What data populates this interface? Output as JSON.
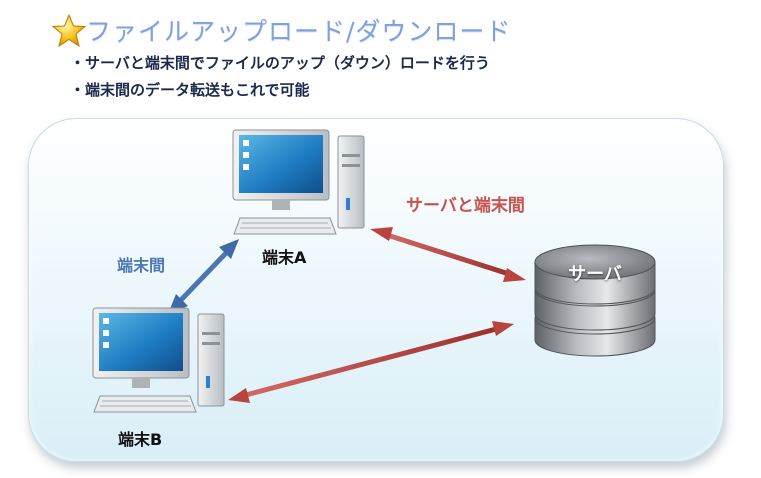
{
  "header": {
    "title": "ファイルアップロード/ダウンロード",
    "bullets": [
      "・サーバと端末間でファイルのアップ（ダウン）ロードを行う",
      "・端末間のデータ転送もこれで可能"
    ]
  },
  "diagram": {
    "nodes": {
      "terminal_a": "端末A",
      "terminal_b": "端末B",
      "server": "サーバ"
    },
    "links": {
      "server_terminal": "サーバと端末間",
      "terminal_terminal": "端末間"
    }
  },
  "colors": {
    "title": "#7ea2de",
    "peer_link": "#3e6aa8",
    "server_link": "#b84440",
    "panel_top": "#ffffff",
    "panel_bottom": "#d9eef7"
  },
  "icons": {
    "title_icon": "star-icon",
    "terminal_icon": "desktop-computer-icon",
    "server_icon": "database-server-icon"
  }
}
